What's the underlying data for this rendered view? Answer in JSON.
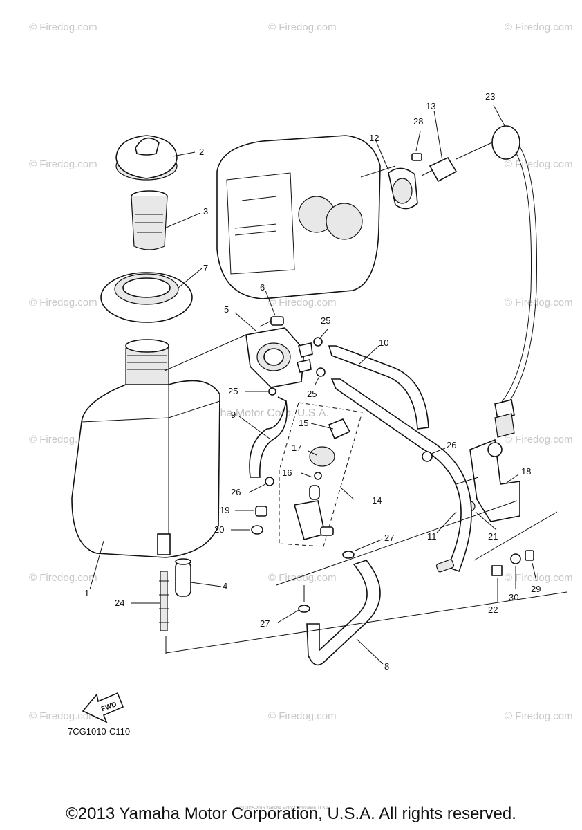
{
  "watermark": {
    "text": "© Firedog.com"
  },
  "center_watermark": "Yamaha Motor Corp. U.S.A.",
  "callouts": [
    "1",
    "2",
    "3",
    "4",
    "5",
    "6",
    "7",
    "8",
    "9",
    "10",
    "11",
    "12",
    "13",
    "14",
    "15",
    "16",
    "17",
    "19",
    "20",
    "21",
    "22",
    "23",
    "24",
    "25",
    "25",
    "25",
    "26",
    "26",
    "27",
    "27",
    "28",
    "29",
    "30",
    "18"
  ],
  "fwd_label": "FWD",
  "diagram_code": "7CG1010-C110",
  "tiny_notice": "(c) 2005-2015 Yamaha Motor Corporation, U.S.A.",
  "copyright": "©2013 Yamaha Motor Corporation, U.S.A. All rights reserved.",
  "colors": {
    "line": "#111111",
    "watermark": "#c8c8c8"
  }
}
